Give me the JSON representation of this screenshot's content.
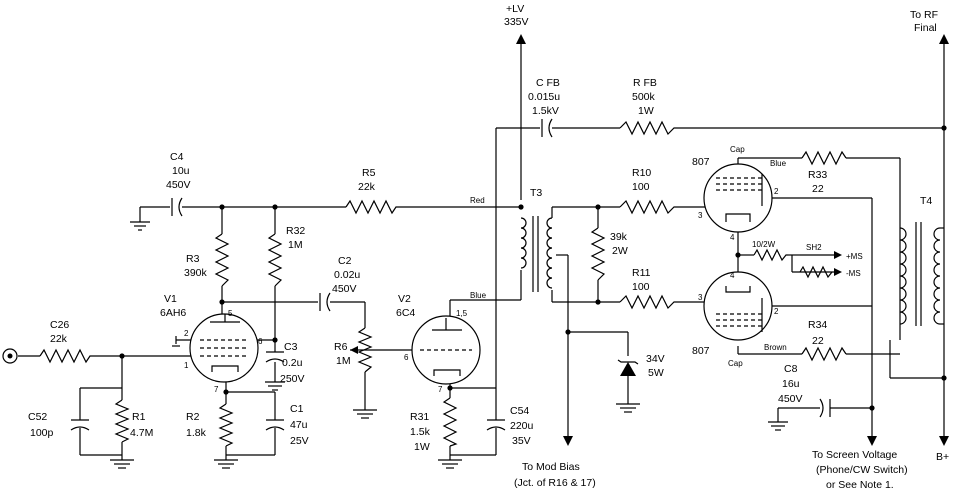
{
  "labels": {
    "lv": [
      "+LV",
      "335V"
    ],
    "rf": [
      "To RF",
      "Final"
    ],
    "cfb": [
      "C FB",
      "0.015u",
      "1.5kV"
    ],
    "rfb": [
      "R FB",
      "500k",
      "1W"
    ],
    "c4": [
      "C4",
      "10u",
      "450V"
    ],
    "r5": [
      "R5",
      "22k"
    ],
    "red": "Red",
    "t3": "T3",
    "r10": [
      "R10",
      "100"
    ],
    "v807a": "807",
    "cap_top": "Cap",
    "blue_top": "Blue",
    "r33": [
      "R33",
      "22"
    ],
    "t4": "T4",
    "r32": [
      "R32",
      "1M"
    ],
    "c2": [
      "C2",
      "0.02u",
      "450V"
    ],
    "r3": [
      "R3",
      "390k"
    ],
    "v1": [
      "V1",
      "6AH6"
    ],
    "v2": [
      "V2",
      "6C4"
    ],
    "blue_mid": "Blue",
    "r39k": [
      "39k",
      "2W"
    ],
    "r11": [
      "R11",
      "100"
    ],
    "sh2": [
      "10/2W",
      "SH2"
    ],
    "ms_plus": "+MS",
    "ms_minus": "-MS",
    "c26": [
      "C26",
      "22k"
    ],
    "c3": [
      "C3",
      "0.2u",
      "250V"
    ],
    "r6": [
      "R6",
      "1M"
    ],
    "zener": [
      "34V",
      "5W"
    ],
    "v807b": "807",
    "cap_bot": "Cap",
    "brown": "Brown",
    "r34": [
      "R34",
      "22"
    ],
    "c52": [
      "C52",
      "100p"
    ],
    "r1": [
      "R1",
      "4.7M"
    ],
    "r2": [
      "R2",
      "1.8k"
    ],
    "c1": [
      "C1",
      "47u",
      "25V"
    ],
    "r31": [
      "R31",
      "1.5k",
      "1W"
    ],
    "c54": [
      "C54",
      "220u",
      "35V"
    ],
    "c8": [
      "C8",
      "16u",
      "450V"
    ],
    "mod_bias": [
      "To Mod Bias",
      "(Jct. of R16 & 17)"
    ],
    "screen": [
      "To Screen Voltage",
      "(Phone/CW Switch)",
      "or See Note 1."
    ],
    "bplus": "B+",
    "pins": {
      "v1_2": "2",
      "v1_5": "5",
      "v1_6": "6",
      "v1_1": "1",
      "v1_7": "7",
      "v2_15": "1,5",
      "v2_6": "6",
      "v2_7": "7",
      "a_2": "2",
      "a_3": "3",
      "a_4": "4",
      "b_4": "4",
      "b_3": "3",
      "b_2": "2"
    }
  }
}
